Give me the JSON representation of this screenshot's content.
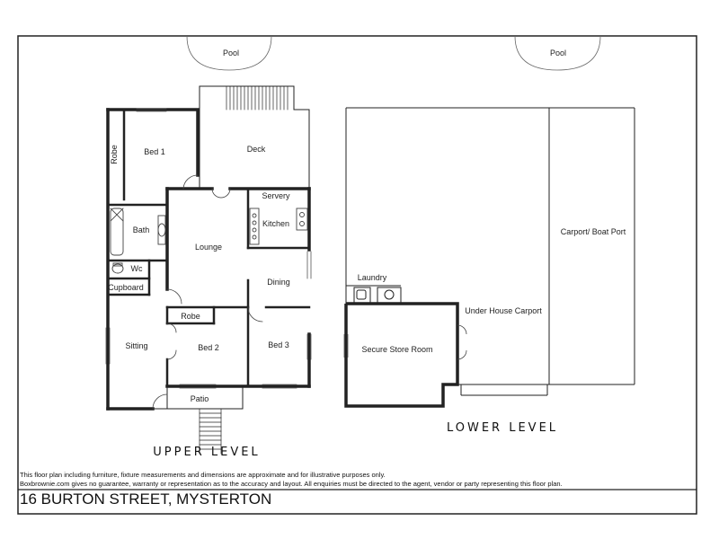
{
  "pool_labels": [
    "Pool",
    "Pool"
  ],
  "rooms": {
    "upper": {
      "robe_side": "Robe",
      "bed1": "Bed 1",
      "deck": "Deck",
      "servery": "Servery",
      "kitchen": "Kitchen",
      "bath": "Bath",
      "lounge": "Lounge",
      "wc": "Wc",
      "cupboard": "Cupboard",
      "dining": "Dining",
      "robe": "Robe",
      "sitting": "Sitting",
      "bed2": "Bed 2",
      "bed3": "Bed 3",
      "patio": "Patio"
    },
    "lower": {
      "laundry": "Laundry",
      "under_house_carport": "Under House Carport",
      "carport_boat_port": "Carport/ Boat Port",
      "secure_store_room": "Secure Store Room"
    }
  },
  "levels": {
    "upper": "UPPER LEVEL",
    "lower": "LOWER LEVEL"
  },
  "disclaimer": {
    "line1": "This floor plan including furniture, fixture measurements and dimensions are approximate and for illustrative purposes only.",
    "line2": "Boxbrownie.com gives no guarantee, warranty or representation as to the accuracy and layout. All enquiries must be directed to the agent, vendor or party representing this floor plan."
  },
  "address": "16 BURTON STREET, MYSTERTON"
}
